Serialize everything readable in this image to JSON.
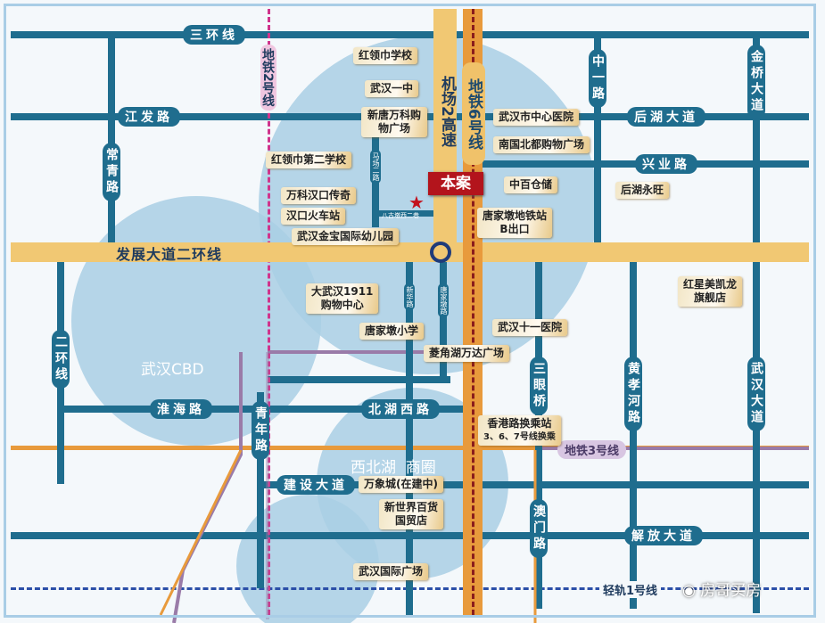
{
  "roads": {
    "sanhuan": "三环线",
    "jiangfa": "江发路",
    "changqing": "常青路",
    "fazhan": "发展大道二环线",
    "erhuan": "二环线",
    "huaihai": "淮海路",
    "qingnian": "青年路",
    "beihuxi": "北湖西路",
    "jianshe": "建设大道",
    "jiefang": "解放大道",
    "zhongyi": "中一路",
    "jinqiao": "金桥大道",
    "houhu": "后湖大道",
    "xingye": "兴业路",
    "sanyanqiao": "三眼桥",
    "huangxiaohe": "黄孝河路",
    "wuhandadao": "武汉大道",
    "aomen": "澳门路",
    "machang": "马场二路",
    "baguyi": "八古墩西二巷",
    "xinhua": "新华路",
    "tangjiadun": "唐家墩路",
    "airport": "机场2高速"
  },
  "metro": {
    "line2": "地铁2号线",
    "line6": "地铁6号线",
    "line3": "地铁3号线",
    "light1": "轻轨1号线"
  },
  "project": "本案",
  "districts": {
    "cbd": "武汉CBD",
    "xibeihu": "西北湖  商圈"
  },
  "pois": [
    "红领巾学校",
    "武汉一中",
    "新唐万科购物广场",
    "红领巾第二学校",
    "万科汉口传奇",
    "汉口火车站",
    "武汉金宝国际幼儿园",
    "武汉市中心医院",
    "南国北都购物广场",
    "中百仓储",
    "后湖永旺",
    "唐家墩地铁站",
    "B出口",
    "红星美凯龙",
    "旗舰店",
    "大武汉1911",
    "购物中心",
    "唐家墩小学",
    "武汉十一医院",
    "菱角湖万达广场",
    "香港路换乘站",
    "3、6、7号线换乘",
    "万象城(在建中)",
    "新世界百货",
    "国贸店",
    "武汉国际广场"
  ],
  "watermark": "房哥买房",
  "colors": {
    "road": "#1f6d8e",
    "gold": "#f1c873",
    "metro6": "#e89a3c",
    "metro2": "#d0348c",
    "metro3": "#9a7ba8",
    "circle": "#a9cfe4",
    "project": "#b3141c"
  }
}
